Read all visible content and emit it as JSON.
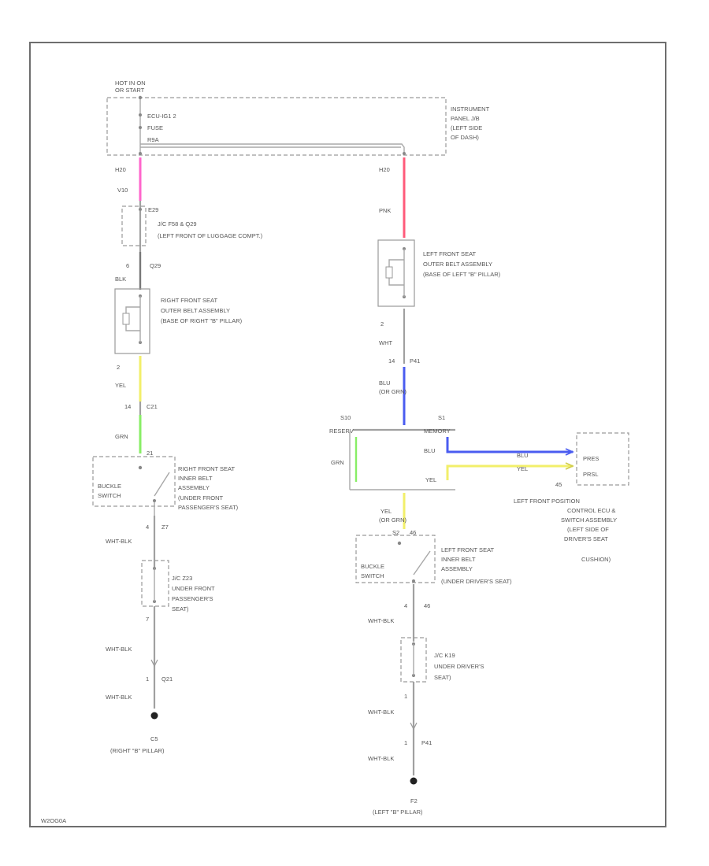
{
  "colors": {
    "pink": "#ff66cc",
    "red_pink": "#ff5a7a",
    "yellow": "#f2ef6a",
    "green": "#88ee66",
    "blue": "#4a5cf0",
    "wire_gray": "#a0a0a0",
    "frame": "#6e6e6e"
  },
  "power": {
    "line1": "HOT IN ON",
    "line2": "OR START",
    "fuse_line1": "ECU-IG1 2",
    "fuse_line2": "FUSE",
    "pin": "R9A"
  },
  "instrument_panel": [
    "INSTRUMENT",
    "PANEL J/B",
    "(LEFT SIDE",
    "OF DASH)"
  ],
  "left": {
    "pin_top": "H20",
    "pin_v10": "V10",
    "jc_pin": "E29",
    "jc_label": [
      "J/C F58 & Q29",
      "(LEFT FRONT OF LUGGAGE COMPT.)"
    ],
    "pin_6": "6",
    "pin_q29": "Q29",
    "wire_blk": "BLK",
    "seatbelt_label": [
      "RIGHT FRONT SEAT",
      "OUTER BELT ASSEMBLY",
      "(BASE OF RIGHT \"B\" PILLAR)"
    ],
    "pin_2": "2",
    "wire_yel": "YEL",
    "pin_14": "14",
    "conn_c21": "C21",
    "wire_grn": "GRN",
    "pin_21": "21",
    "buckle_label": [
      "BUCKLE",
      "SWITCH"
    ],
    "inner_belt_label": [
      "RIGHT FRONT SEAT",
      "INNER BELT",
      "ASSEMBLY",
      "(UNDER FRONT",
      "PASSENGER'S SEAT)"
    ],
    "pin_4": "4",
    "pin_z7": "Z7",
    "wire_whtblk1": "WHT-BLK",
    "jc_z23_label": [
      "J/C Z23",
      "UNDER FRONT",
      "PASSENGER'S",
      "SEAT)"
    ],
    "pin_7": "7",
    "wire_whtblk2": "WHT-BLK",
    "pin_1": "1",
    "conn_q21": "Q21",
    "wire_whtblk3": "WHT-BLK",
    "ground_id": "C5",
    "ground_label": "(RIGHT \"B\" PILLAR)"
  },
  "right": {
    "pin_top": "H20",
    "wire_pnk": "PNK",
    "seatbelt_label": [
      "LEFT FRONT SEAT",
      "OUTER BELT ASSEMBLY",
      "(BASE OF LEFT \"B\" PILLAR)"
    ],
    "pin_2": "2",
    "wire_wht": "WHT",
    "pin_14": "14",
    "conn_p41": "P41",
    "wire_blu": "BLU",
    "wire_blu_sub": "(OR GRN)",
    "splice_left_pin": "S10",
    "splice_left_name": "RESERV",
    "splice_right_pin": "S1",
    "splice_right_name": "MEMORY",
    "wire_grn": "GRN",
    "wire_blu2": "BLU",
    "wire_yel": "YEL",
    "wire_blu3": "BLU",
    "wire_yel2": "YEL",
    "pres_label": [
      "PRES",
      "PRSL"
    ],
    "pin_45": "45",
    "ecu_label": [
      "LEFT FRONT POSITION",
      "CONTROL ECU &",
      "SWITCH ASSEMBLY",
      "(LEFT SIDE OF",
      "DRIVER'S SEAT",
      "CUSHION)"
    ],
    "wire_yel3": "YEL",
    "wire_yel3_sub": "(OR GRN)",
    "pin_s2": "S2",
    "pin_46": "46",
    "buckle_label": [
      "BUCKLE",
      "SWITCH"
    ],
    "inner_belt_label": [
      "LEFT FRONT SEAT",
      "INNER BELT",
      "ASSEMBLY",
      "(UNDER DRIVER'S SEAT)"
    ],
    "pin_4": "4",
    "pin_46b": "46",
    "wire_whtblk1": "WHT-BLK",
    "jc_label": [
      "J/C K19",
      "UNDER DRIVER'S",
      "SEAT)"
    ],
    "pin_1": "1",
    "wire_whtblk2": "WHT-BLK",
    "pin_1b": "1",
    "wire_whtblk3": "WHT-BLK",
    "ground_id": "F2",
    "ground_label": "(LEFT \"B\" PILLAR)"
  },
  "footer_code": "W2OG0A"
}
